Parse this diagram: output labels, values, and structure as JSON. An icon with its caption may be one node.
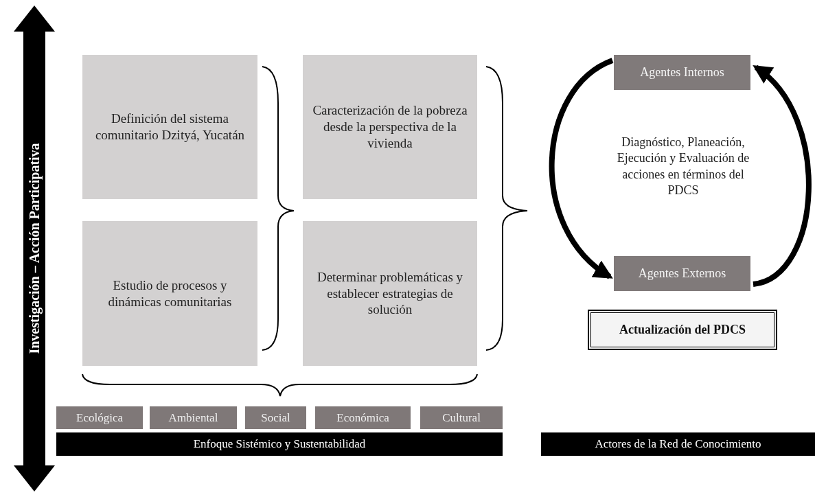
{
  "diagram": {
    "nodes": [
      {
        "text": [
          "Definición del sistema comunitario Dzityá, Yucatán"
        ]
      },
      {
        "text": [
          "Estudio de procesos y dinámicas comunitarias"
        ]
      },
      {
        "text": [
          "Caracterización de la pobreza desde la perspectiva de la vivienda"
        ]
      },
      {
        "text": [
          "Determinar problemáticas y establecer estrategias de solución"
        ]
      },
      {
        "text": [
          "Agentes Internos"
        ]
      },
      {
        "text": [
          "Agentes Externos"
        ]
      },
      {
        "text": [
          "Actualización del PDCS"
        ]
      },
      {
        "text": [
          "Ecológica"
        ]
      },
      {
        "text": [
          "Ambiental"
        ]
      },
      {
        "text": [
          "Social"
        ]
      },
      {
        "text": [
          "Económica"
        ]
      },
      {
        "text": [
          "Cultural"
        ]
      },
      {
        "text": [
          "Enfoque Sistémico y Sustentabilidad"
        ]
      },
      {
        "text": [
          "Actores de la Red de Conocimiento"
        ]
      }
    ],
    "edges": [
      {
        "from": 4,
        "to": 5,
        "arrow": "to"
      },
      {
        "from": 5,
        "to": 4,
        "arrow": "to"
      }
    ],
    "labels": [
      "Investigación – Acción Participativa",
      "Diagnóstico, Planeación, Ejecución y Evaluación de acciones en términos del PDCS"
    ]
  }
}
